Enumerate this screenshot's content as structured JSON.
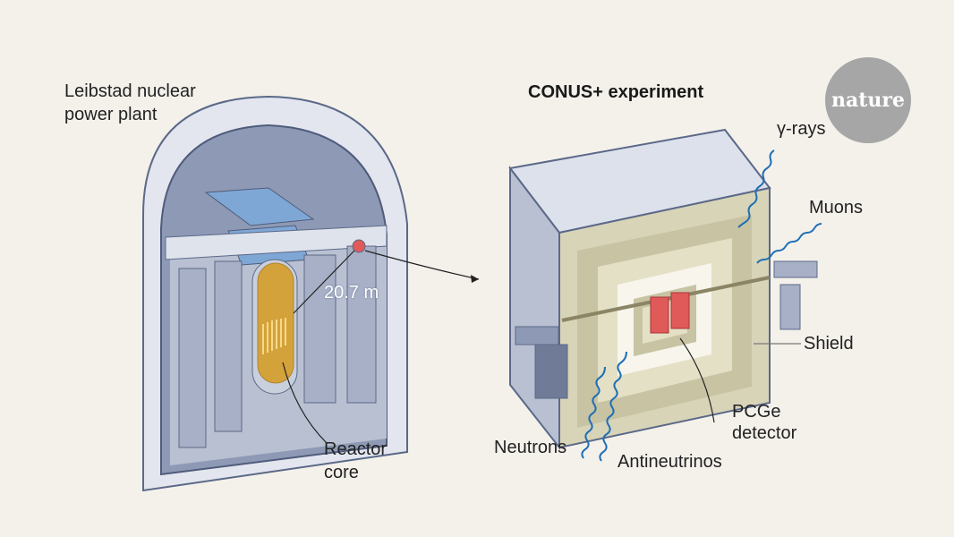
{
  "plant": {
    "title_line1": "Leibstad nuclear",
    "title_line2": "power plant",
    "distance": "20.7 m",
    "core_label_line1": "Reactor",
    "core_label_line2": "core"
  },
  "experiment": {
    "title": "CONUS+ experiment",
    "gamma": "γ-rays",
    "muons": "Muons",
    "shield": "Shield",
    "detector_line1": "PCGe",
    "detector_line2": "detector",
    "neutrons": "Neutrons",
    "antineutrinos": "Antineutrinos"
  },
  "logo": "nature",
  "colors": {
    "background": "#f4f1eb",
    "wave": "#1f6fb5",
    "detector": "#e05a5a",
    "core": "#d4a23a",
    "shield": "#d8d4b8"
  }
}
